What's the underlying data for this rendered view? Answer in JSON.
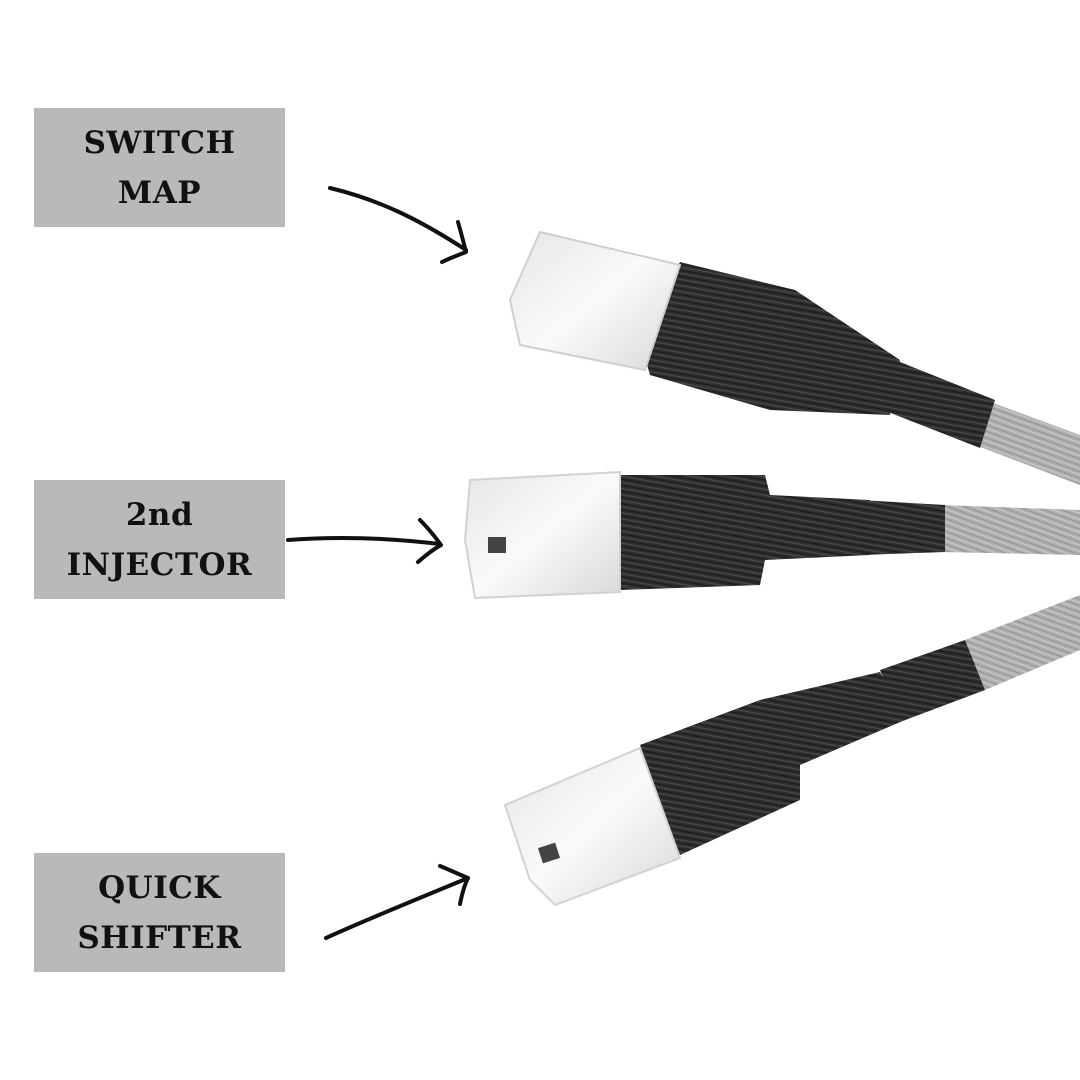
{
  "labels": {
    "switch_map": {
      "line1": "SWITCH",
      "line2": "MAP"
    },
    "injector": {
      "line1": "2nd",
      "line2": "INJECTOR"
    },
    "quick_shifter": {
      "line1": "QUICK",
      "line2": "SHIFTER"
    }
  },
  "colors": {
    "label_background": "#b9b9b9",
    "label_text": "#111111",
    "arrow": "#111111",
    "connector_white": "#f4f4f4",
    "heatshrink_dark": "#2a2a2a",
    "cable_gray": "#a9a9a9"
  },
  "icons": [
    "arrow-icon",
    "connector-icon"
  ]
}
